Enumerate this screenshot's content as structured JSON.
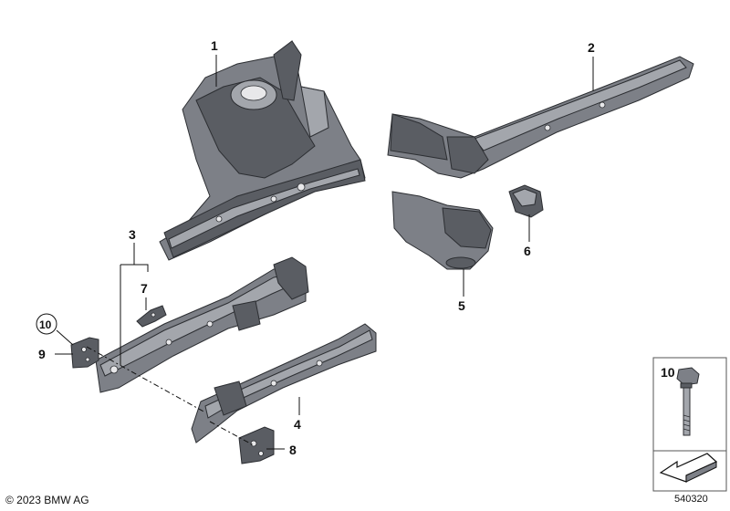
{
  "callouts": {
    "c1": "1",
    "c2": "2",
    "c3": "3",
    "c4": "4",
    "c5": "5",
    "c6": "6",
    "c7": "7",
    "c8": "8",
    "c9": "9",
    "c10": "10"
  },
  "inset": {
    "label": "10",
    "arrow_icon": "direction-arrow-icon"
  },
  "footer": {
    "copyright": "© 2023 BMW AG",
    "diagram_id": "540320"
  },
  "colors": {
    "part_dark": "#5a5d63",
    "part_mid": "#7d8087",
    "part_light": "#a3a6ac"
  }
}
